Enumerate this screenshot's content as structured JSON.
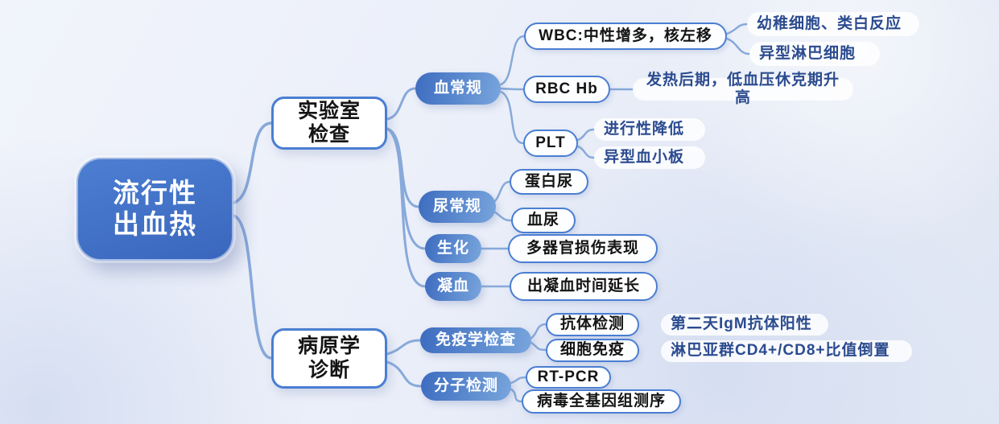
{
  "root": {
    "label": "流行性\n出血热"
  },
  "branches": {
    "lab": {
      "label": "实验室\n检查",
      "blood": {
        "label": "血常规",
        "wbc": {
          "label": "WBC:中性增多，核左移",
          "notes": [
            "幼稚细胞、类白反应",
            "异型淋巴细胞"
          ]
        },
        "rbc": {
          "label": "RBC Hb",
          "notes": [
            "发热后期，低血压休克期升高"
          ]
        },
        "plt": {
          "label": "PLT",
          "notes": [
            "进行性降低",
            "异型血小板"
          ]
        }
      },
      "urine": {
        "label": "尿常规",
        "children": [
          "蛋白尿",
          "血尿"
        ]
      },
      "biochem": {
        "label": "生化",
        "children": [
          "多器官损伤表现"
        ]
      },
      "coagulation": {
        "label": "凝血",
        "children": [
          "出凝血时间延长"
        ]
      }
    },
    "etiology": {
      "label": "病原学\n诊断",
      "immunology": {
        "label": "免疫学检查",
        "antibody": {
          "label": "抗体检测",
          "note": "第二天IgM抗体阳性"
        },
        "cellular": {
          "label": "细胞免疫",
          "note": "淋巴亚群CD4+/CD8+比值倒置"
        }
      },
      "molecular": {
        "label": "分子检测",
        "children": [
          "RT-PCR",
          "病毒全基因组测序"
        ]
      }
    }
  },
  "colors": {
    "root_fill_a": "#4c7ed2",
    "root_fill_b": "#3a67bd",
    "pill_a": "#3d6cc0",
    "pill_b": "#78a5dc",
    "border_blue": "#4a7ed2",
    "connector": "#88a9da",
    "leaf_text": "#2b4b8f"
  }
}
